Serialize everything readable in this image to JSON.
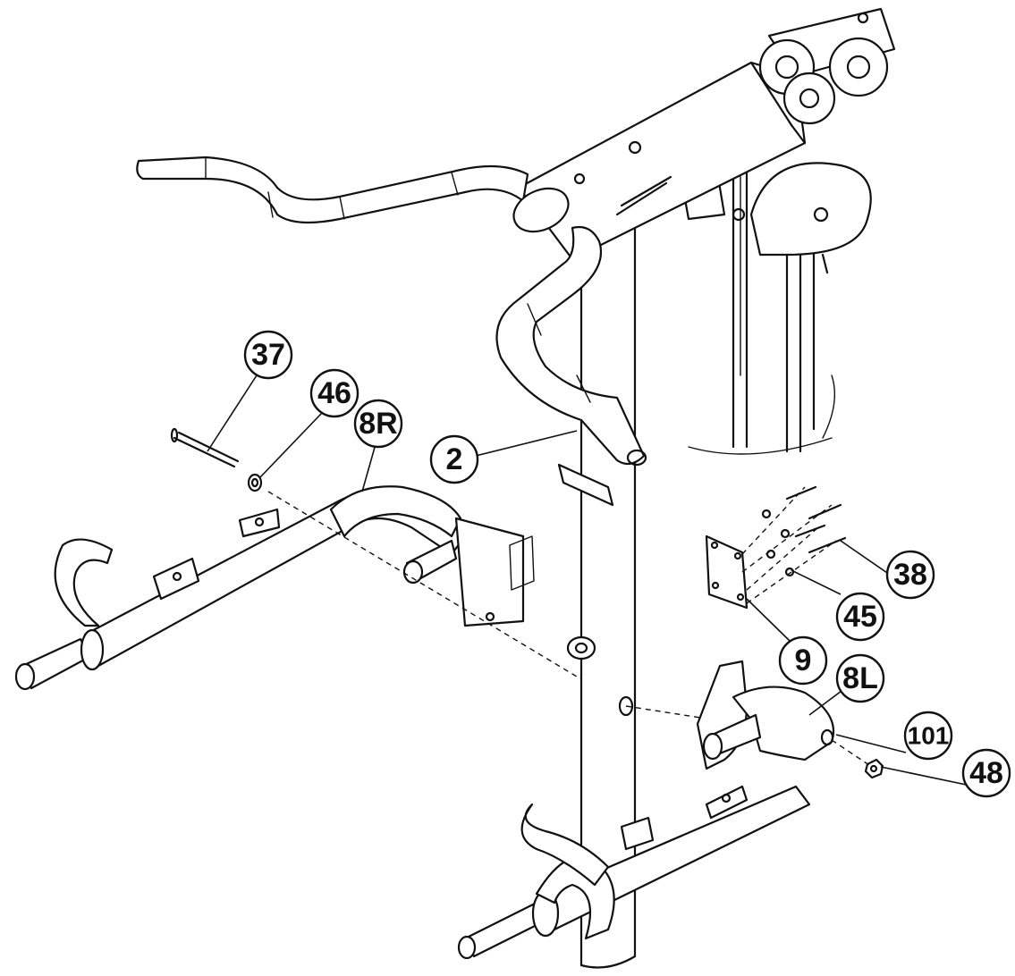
{
  "callouts": [
    {
      "id": "c37",
      "label": "37"
    },
    {
      "id": "c46",
      "label": "46"
    },
    {
      "id": "c8r",
      "label": "8R"
    },
    {
      "id": "c2",
      "label": "2"
    },
    {
      "id": "c38",
      "label": "38"
    },
    {
      "id": "c45",
      "label": "45"
    },
    {
      "id": "c9",
      "label": "9"
    },
    {
      "id": "c8l",
      "label": "8L"
    },
    {
      "id": "c101",
      "label": "101"
    },
    {
      "id": "c48",
      "label": "48"
    }
  ]
}
